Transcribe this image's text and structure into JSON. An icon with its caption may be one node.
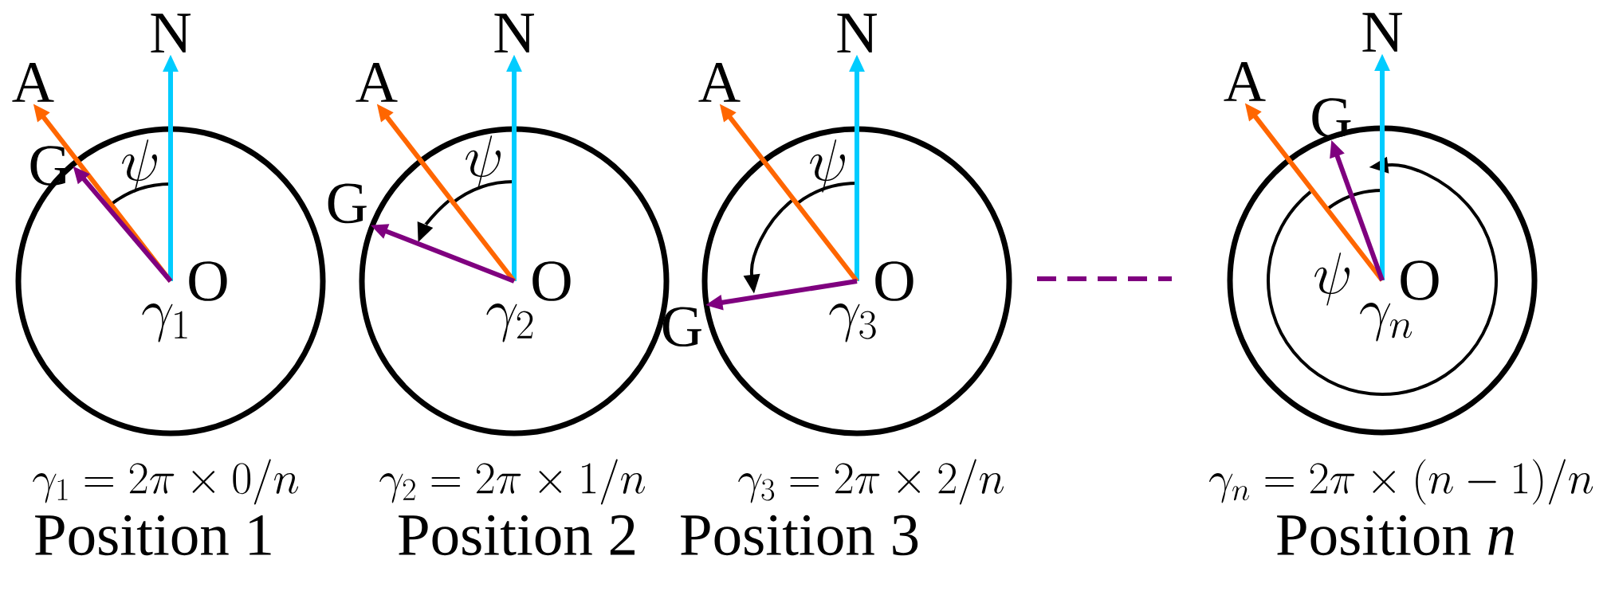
{
  "diagram": {
    "nodes": [
      {
        "text": [],
        "shape": "circle"
      },
      {
        "text": [
          "N"
        ]
      },
      {
        "text": [
          "A"
        ]
      },
      {
        "text": [
          "G"
        ]
      },
      {
        "text": [
          "O"
        ],
        "in": 0
      },
      {
        "text": [],
        "shape": "circle"
      },
      {
        "text": [
          "N"
        ]
      },
      {
        "text": [
          "A"
        ]
      },
      {
        "text": [
          "G"
        ]
      },
      {
        "text": [
          "O"
        ],
        "in": 5
      },
      {
        "text": [],
        "shape": "circle"
      },
      {
        "text": [
          "N"
        ]
      },
      {
        "text": [
          "A"
        ]
      },
      {
        "text": [
          "G"
        ]
      },
      {
        "text": [
          "O"
        ],
        "in": 10
      },
      {
        "text": [],
        "shape": "circle"
      },
      {
        "text": [
          "N"
        ]
      },
      {
        "text": [
          "A"
        ]
      },
      {
        "text": [
          "G"
        ]
      },
      {
        "text": [
          "O"
        ],
        "in": 15
      }
    ],
    "edges": [
      {
        "from": 4,
        "to": 1,
        "arrow": "to",
        "color": "#00ccff"
      },
      {
        "from": 4,
        "to": 2,
        "arrow": "to",
        "color": "#ff6600"
      },
      {
        "from": 4,
        "to": 3,
        "arrow": "to",
        "color": "#7f007f"
      },
      {
        "from": 9,
        "to": 6,
        "arrow": "to",
        "color": "#00ccff"
      },
      {
        "from": 9,
        "to": 7,
        "arrow": "to",
        "color": "#ff6600"
      },
      {
        "from": 9,
        "to": 8,
        "arrow": "to",
        "color": "#7f007f"
      },
      {
        "from": 14,
        "to": 11,
        "arrow": "to",
        "color": "#00ccff"
      },
      {
        "from": 14,
        "to": 12,
        "arrow": "to",
        "color": "#ff6600"
      },
      {
        "from": 14,
        "to": 13,
        "arrow": "to",
        "color": "#7f007f"
      },
      {
        "from": 19,
        "to": 16,
        "arrow": "to",
        "color": "#00ccff"
      },
      {
        "from": 19,
        "to": 17,
        "arrow": "to",
        "color": "#ff6600"
      },
      {
        "from": 19,
        "to": 18,
        "arrow": "to",
        "color": "#7f007f"
      }
    ],
    "labels": [
      "\\psi",
      "\\gamma_1",
      "\\gamma_1 = 2\\pi \\times 0/n",
      "Position 1",
      "\\psi",
      "\\gamma_2",
      "\\gamma_2 = 2\\pi \\times 1/n",
      "Position 2",
      "\\psi",
      "\\gamma_3",
      "\\gamma_3 = 2\\pi \\times 2/n",
      "Position 3",
      "\\psi",
      "\\gamma_n",
      "\\gamma_n = 2\\pi \\times (n-1)/n",
      "Position *n*"
    ]
  }
}
